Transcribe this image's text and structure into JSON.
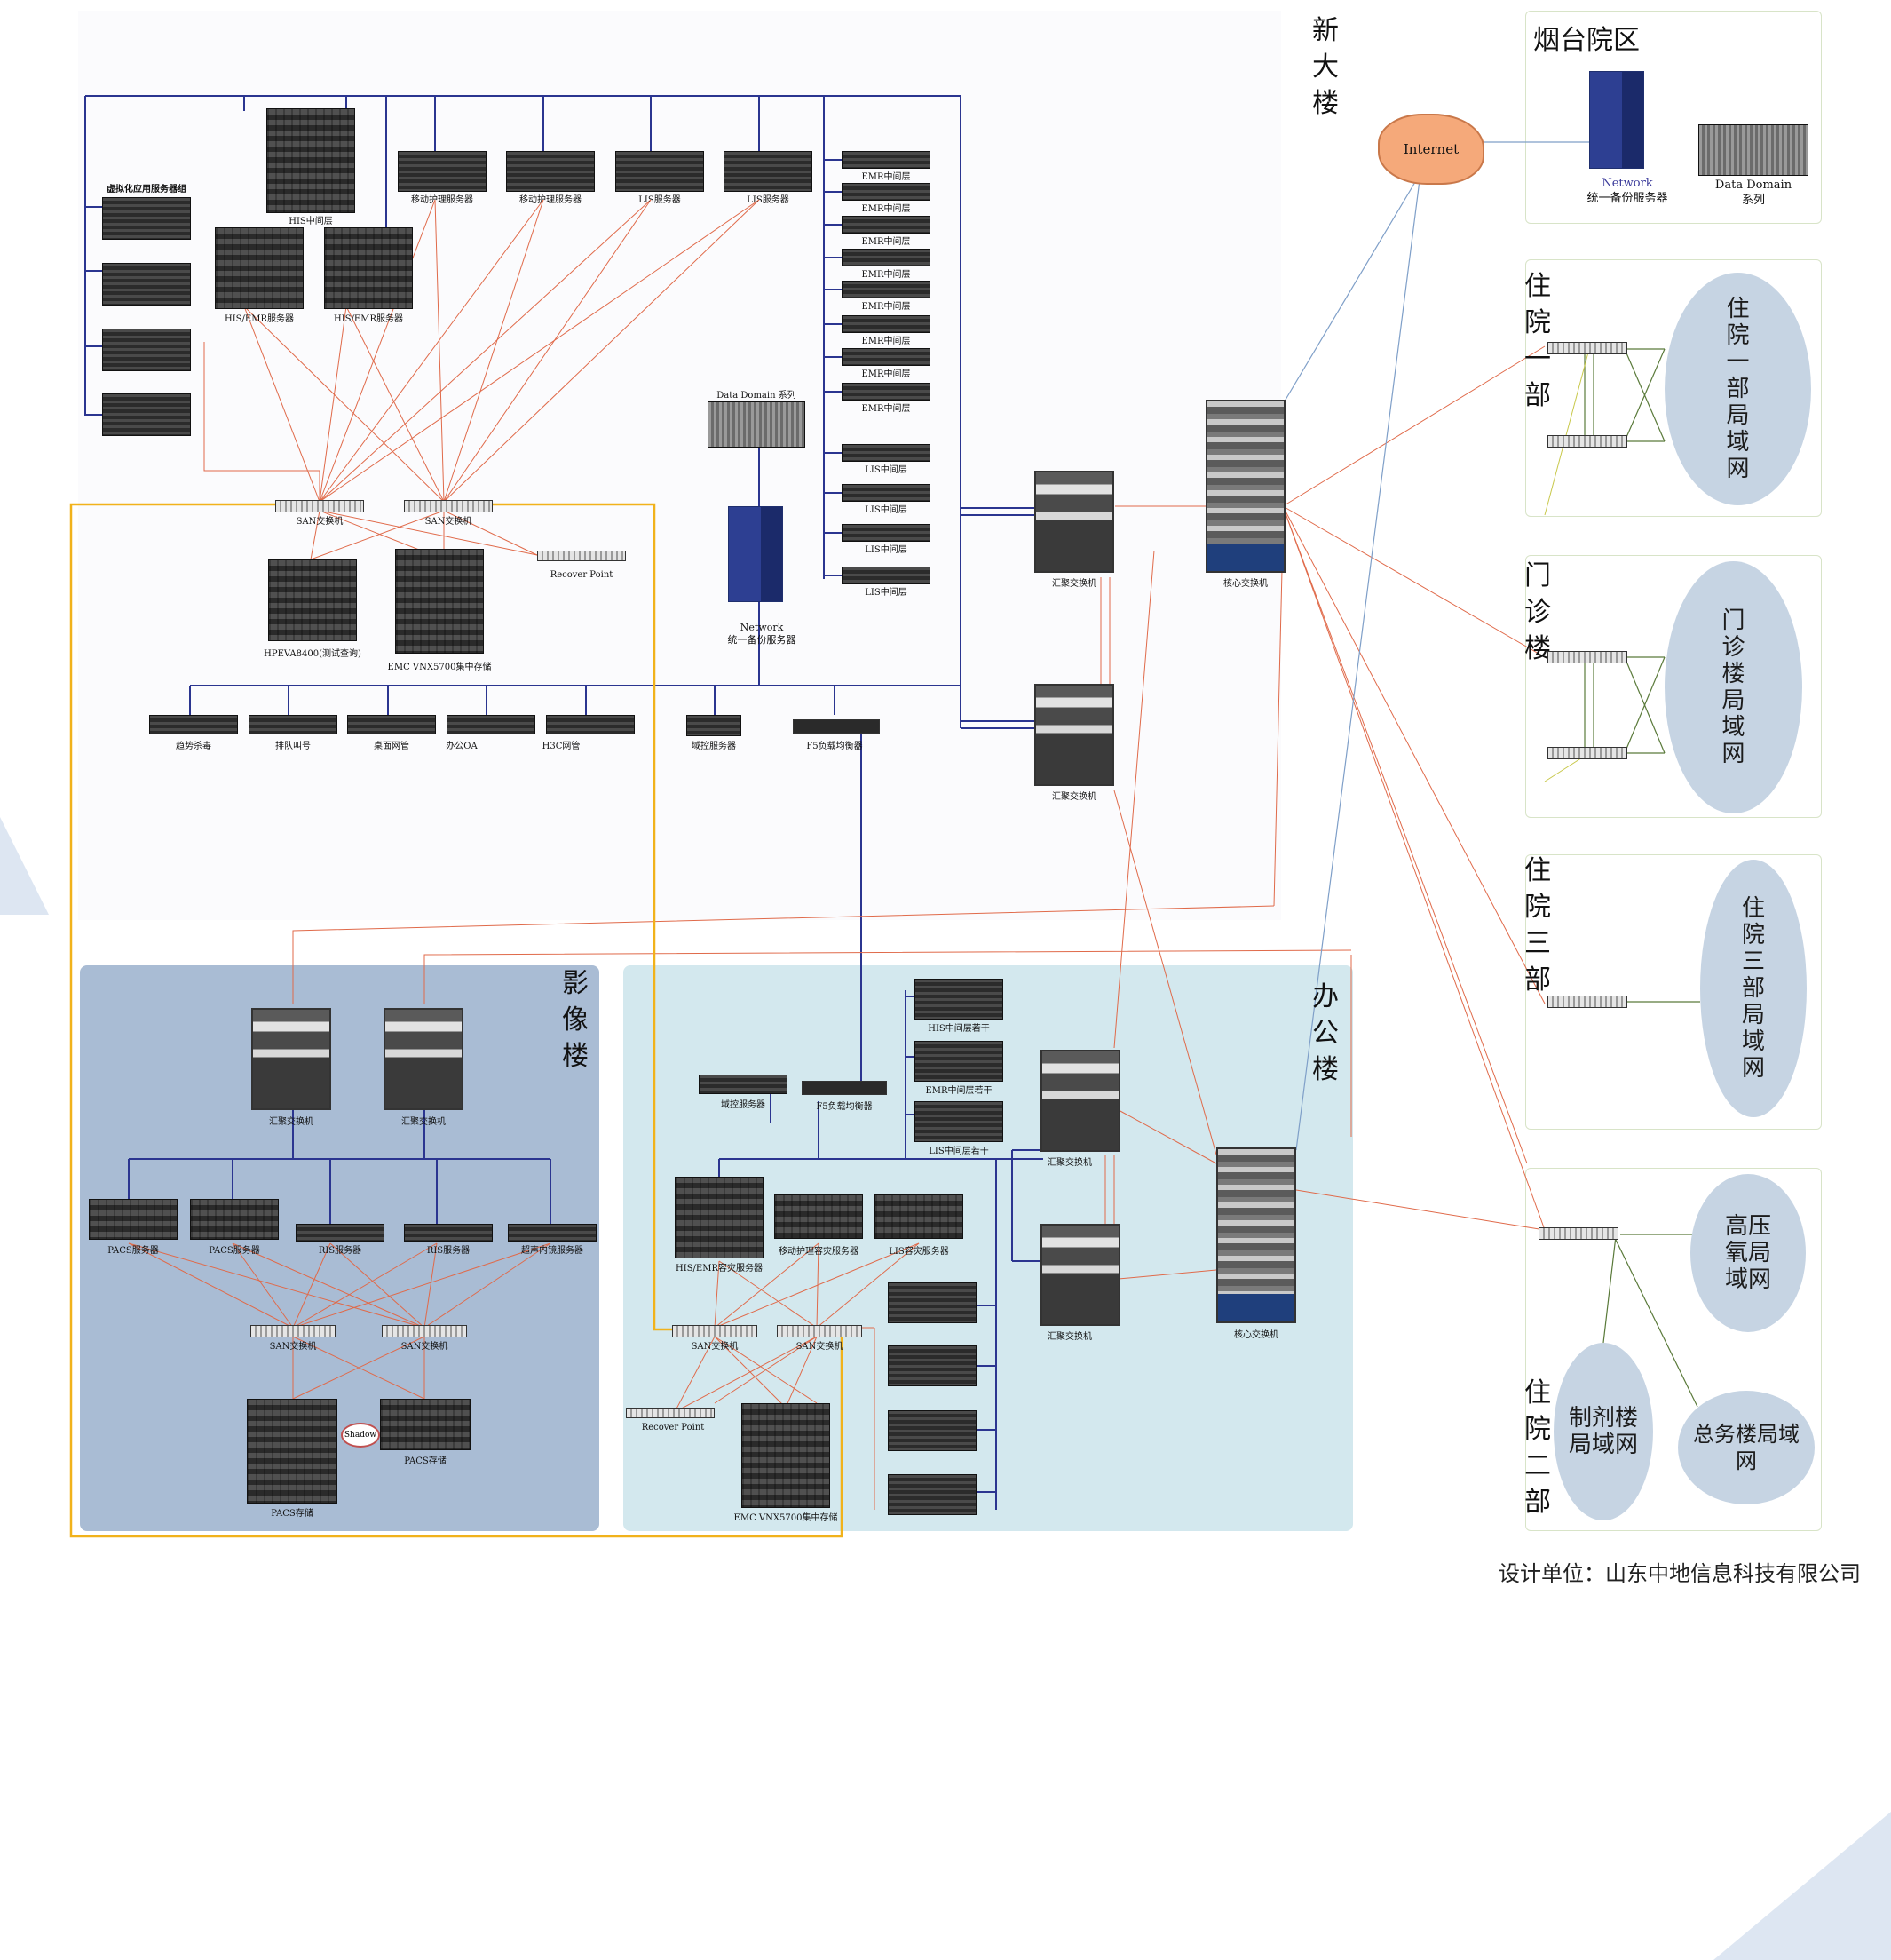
{
  "headings": {
    "new_building": "新大楼",
    "yantai_campus": "烟台院区",
    "imaging_building": "影像楼",
    "office_building": "办公楼",
    "inpatient_1": "住院一部",
    "outpatient": "门诊楼",
    "inpatient_3": "住院三部",
    "inpatient_2": "住院二部"
  },
  "lan_bubbles": {
    "inpatient_1_lan": "住院一部局域网",
    "outpatient_lan": "门诊楼局域网",
    "inpatient_3_lan": "住院三部局域网",
    "hyperbaric_lan": "高压氧局域网",
    "pharmacy_lan": "制剂楼局域网",
    "general_affairs_lan": "总务楼局域网"
  },
  "yantai": {
    "internet": "Internet",
    "network_line1": "Network",
    "network_line2": "统一备份服务器",
    "dd_line1": "Data Domain",
    "dd_line2": "系列"
  },
  "new_building": {
    "virtual_group": "虚拟化应用服务器组",
    "his_mid": "HIS中间层",
    "mobile_nursing_1": "移动护理服务器",
    "mobile_nursing_2": "移动护理服务器",
    "lis_server_1": "LIS服务器",
    "lis_server_2": "LIS服务器",
    "his_emr_1": "HIS/EMR服务器",
    "his_emr_2": "HIS/EMR服务器",
    "emr_mid": [
      "EMR中间层",
      "EMR中间层",
      "EMR中间层",
      "EMR中间层",
      "EMR中间层",
      "EMR中间层",
      "EMR中间层",
      "EMR中间层"
    ],
    "lis_mid": [
      "LIS中间层",
      "LIS中间层",
      "LIS中间层",
      "LIS中间层"
    ],
    "data_domain": "Data Domain 系列",
    "network_line1": "Network",
    "network_line2": "统一备份服务器",
    "san_1": "SAN交换机",
    "san_2": "SAN交换机",
    "recover_point": "Recover Point",
    "hpeva": "HPEVA8400(测试查询)",
    "emc": "EMC VNX5700集中存储",
    "antivirus": "趋势杀毒",
    "queue": "排队叫号",
    "desktop": "桌面网管",
    "oa": "办公OA",
    "h3c": "H3C网管",
    "domain_ctrl": "域控服务器",
    "f5": "F5负载均衡器",
    "agg_1": "汇聚交换机",
    "agg_2": "汇聚交换机",
    "core": "核心交换机"
  },
  "imaging": {
    "agg_1": "汇聚交换机",
    "agg_2": "汇聚交换机",
    "pacs_1": "PACS服务器",
    "pacs_2": "PACS服务器",
    "ris_1": "RIS服务器",
    "ris_2": "RIS服务器",
    "ultrasound": "超声内镜服务器",
    "san_1": "SAN交换机",
    "san_2": "SAN交换机",
    "shadow": "Shadow",
    "pacs_store_1": "PACS存储",
    "pacs_store_2": "PACS存储"
  },
  "office": {
    "his_mid": "HIS中间层若干",
    "emr_mid": "EMR中间层若干",
    "lis_mid": "LIS中间层若干",
    "domain_ctrl": "域控服务器",
    "f5": "F5负载均衡器",
    "his_emr_dr": "HIS/EMR容灾服务器",
    "mobile_dr": "移动护理容灾服务器",
    "lis_dr": "LIS容灾服务器",
    "san_1": "SAN交换机",
    "san_2": "SAN交换机",
    "recover_point": "Recover Point",
    "emc": "EMC VNX5700集中存储",
    "agg_1": "汇聚交换机",
    "agg_2": "汇聚交换机",
    "core": "核心交换机"
  },
  "credit": "设计单位：山东中地信息科技有限公司",
  "colors": {
    "imaging_panel": "#a9bcd4",
    "office_panel": "#d3e8ee",
    "lan_bubble": "#c6d4e3",
    "trunk_blue": "#2b3590",
    "fiber_red": "#e06a4a",
    "san_orange": "#f1b21b",
    "internet_cloud": "#f5a97a"
  }
}
